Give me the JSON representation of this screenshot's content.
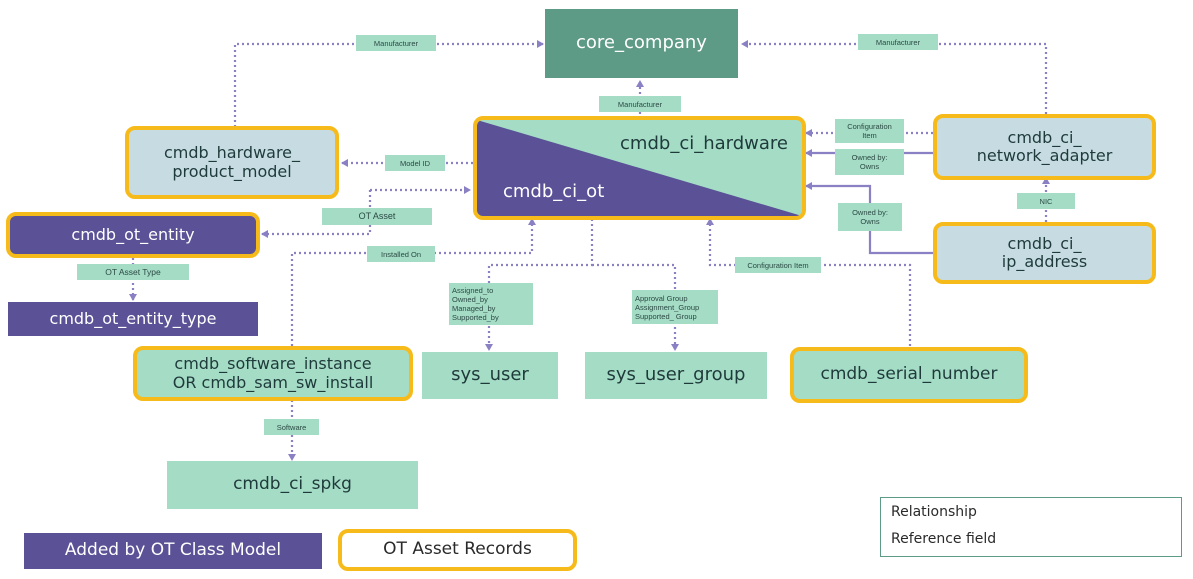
{
  "nodes": {
    "core_company": "core_company",
    "cmdb_ci_hardware": "cmdb_ci_hardware",
    "cmdb_ci_ot": "cmdb_ci_ot",
    "cmdb_hardware_product_model": "cmdb_hardware_\nproduct_model",
    "cmdb_ci_network_adapter": "cmdb_ci_\nnetwork_adapter",
    "cmdb_ot_entity": "cmdb_ot_entity",
    "cmdb_ot_entity_type": "cmdb_ot_entity_type",
    "cmdb_ci_ip_address": "cmdb_ci_\nip_address",
    "cmdb_software_instance": "cmdb_software_instance\nOR cmdb_sam_sw_install",
    "sys_user": "sys_user",
    "sys_user_group": "sys_user_group",
    "cmdb_serial_number": "cmdb_serial_number",
    "cmdb_ci_spkg": "cmdb_ci_spkg"
  },
  "edge_labels": {
    "manufacturer_left": "Manufacturer",
    "manufacturer_right": "Manufacturer",
    "manufacturer_center": "Manufacturer",
    "configuration_item_top": "Configuration\nItem",
    "owned_by_owns_top": "Owned by:\nOwns",
    "model_id": "Model ID",
    "ot_asset": "OT Asset",
    "installed_on": "Installed On",
    "ot_asset_type": "OT Asset Type",
    "owned_by_owns_ip": "Owned by:\nOwns",
    "nic": "NIC",
    "configuration_item_serial": "Configuration Item",
    "user_fields": "Assigned_to\nOwned_by\nManaged_by\nSupported_by",
    "group_fields": "Approval Group\nAssignment_Group\nSupported_ Group",
    "software": "Software"
  },
  "legend": {
    "added_by_ot": "Added by OT Class Model",
    "ot_asset_records": "OT Asset Records",
    "relationship": "Relationship",
    "reference_field": "Reference field"
  },
  "colors": {
    "node_green": "#a4dcc6",
    "node_gray": "#c6dce2",
    "ot_purple": "#5a5196",
    "core_dark": "#5e9b86",
    "highlight_gold": "#f6bb1a",
    "line_purple": "#8a80c4"
  }
}
